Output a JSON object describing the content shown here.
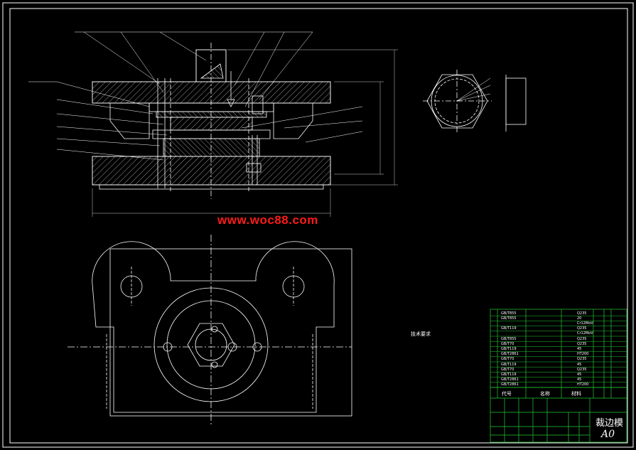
{
  "watermark": "www.woc88.com",
  "title_block": {
    "drawing_name": "裁边模",
    "sheet_size": "A0",
    "header_labels": [
      "代号",
      "名称",
      "材料"
    ]
  },
  "tech_notes": {
    "title": "技术要求"
  },
  "bom_rows": [
    {
      "code": "GB/T855",
      "material": "Q235"
    },
    {
      "code": "GB/T855",
      "material": "20"
    },
    {
      "code": "",
      "material": "Cr12MoV"
    },
    {
      "code": "GB/T119",
      "material": "Q235"
    },
    {
      "code": "",
      "material": "Cr12MoV"
    },
    {
      "code": "GB/T855",
      "material": "Q235"
    },
    {
      "code": "GB/T70",
      "material": "Q235"
    },
    {
      "code": "GB/T119",
      "material": "45"
    },
    {
      "code": "GB/T2861",
      "material": "HT200"
    },
    {
      "code": "GB/T70",
      "material": "Q235"
    },
    {
      "code": "GB/T119",
      "material": "45"
    },
    {
      "code": "GB/T70",
      "material": "Q235"
    },
    {
      "code": "GB/T119",
      "material": "45"
    },
    {
      "code": "GB/T2861",
      "material": "45"
    },
    {
      "code": "GB/T2861",
      "material": "HT200"
    }
  ],
  "colors": {
    "background": "#000000",
    "line": "#ffffff",
    "table": "#22cc33",
    "dim": "#cccccc",
    "watermark": "#ff1a1a"
  }
}
